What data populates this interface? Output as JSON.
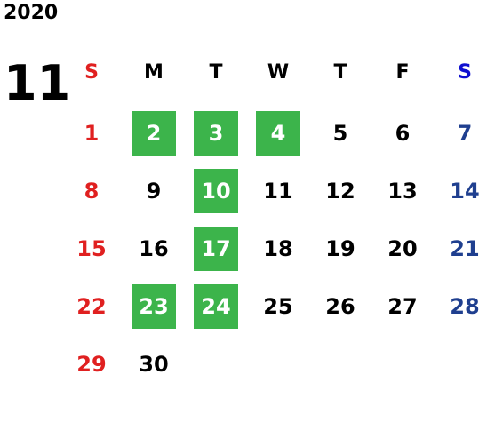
{
  "calendar": {
    "year": "2020",
    "month": "11",
    "colors": {
      "sunday": "#e02020",
      "saturday_header": "#1010d0",
      "saturday": "#1f3f8f",
      "highlight": "#3cb44b",
      "highlight_text": "#ffffff"
    },
    "weekdays": [
      "S",
      "M",
      "T",
      "W",
      "T",
      "F",
      "S"
    ],
    "weeks": [
      [
        {
          "day": "1",
          "hl": false
        },
        {
          "day": "2",
          "hl": true
        },
        {
          "day": "3",
          "hl": true
        },
        {
          "day": "4",
          "hl": true
        },
        {
          "day": "5",
          "hl": false
        },
        {
          "day": "6",
          "hl": false
        },
        {
          "day": "7",
          "hl": false
        }
      ],
      [
        {
          "day": "8",
          "hl": false
        },
        {
          "day": "9",
          "hl": false
        },
        {
          "day": "10",
          "hl": true
        },
        {
          "day": "11",
          "hl": false
        },
        {
          "day": "12",
          "hl": false
        },
        {
          "day": "13",
          "hl": false
        },
        {
          "day": "14",
          "hl": false
        }
      ],
      [
        {
          "day": "15",
          "hl": false
        },
        {
          "day": "16",
          "hl": false
        },
        {
          "day": "17",
          "hl": true
        },
        {
          "day": "18",
          "hl": false
        },
        {
          "day": "19",
          "hl": false
        },
        {
          "day": "20",
          "hl": false
        },
        {
          "day": "21",
          "hl": false
        }
      ],
      [
        {
          "day": "22",
          "hl": false
        },
        {
          "day": "23",
          "hl": true
        },
        {
          "day": "24",
          "hl": true
        },
        {
          "day": "25",
          "hl": false
        },
        {
          "day": "26",
          "hl": false
        },
        {
          "day": "27",
          "hl": false
        },
        {
          "day": "28",
          "hl": false
        }
      ],
      [
        {
          "day": "29",
          "hl": false
        },
        {
          "day": "30",
          "hl": false
        }
      ]
    ]
  }
}
